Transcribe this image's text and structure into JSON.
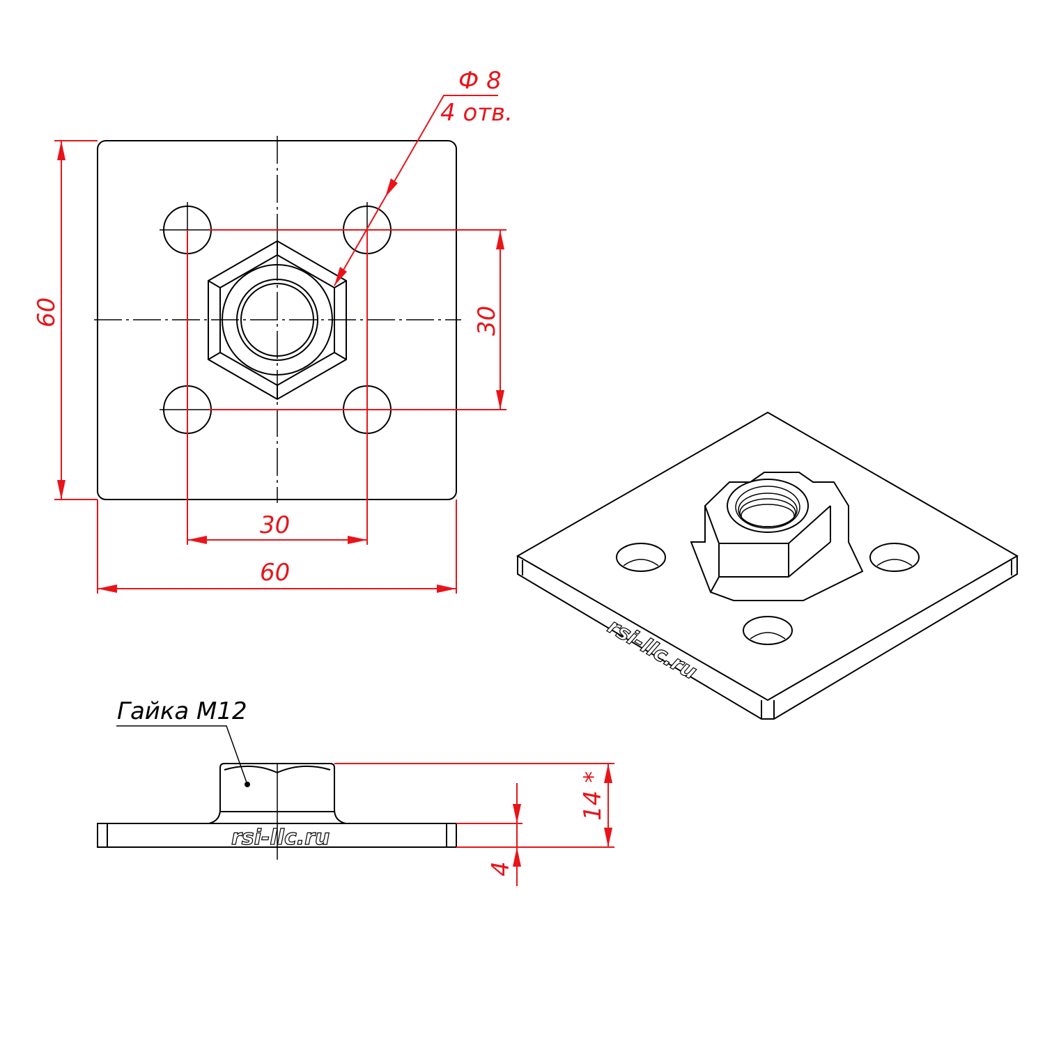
{
  "drawing": {
    "top_view": {
      "hole_callout": {
        "diameter": "Ф 8",
        "count": "4 отв."
      },
      "dim_height_60": "60",
      "dim_height_30": "30",
      "dim_width_30": "30",
      "dim_width_60": "60"
    },
    "side_view": {
      "nut_label": "Гайка М12",
      "dim_total_height": "14 *",
      "dim_plate_thickness": "4",
      "watermark": "rsi-llc.ru"
    },
    "iso_view": {
      "watermark": "rsi-llc.ru"
    },
    "colors": {
      "dimension": "#e8141a",
      "outline": "#000000"
    }
  }
}
